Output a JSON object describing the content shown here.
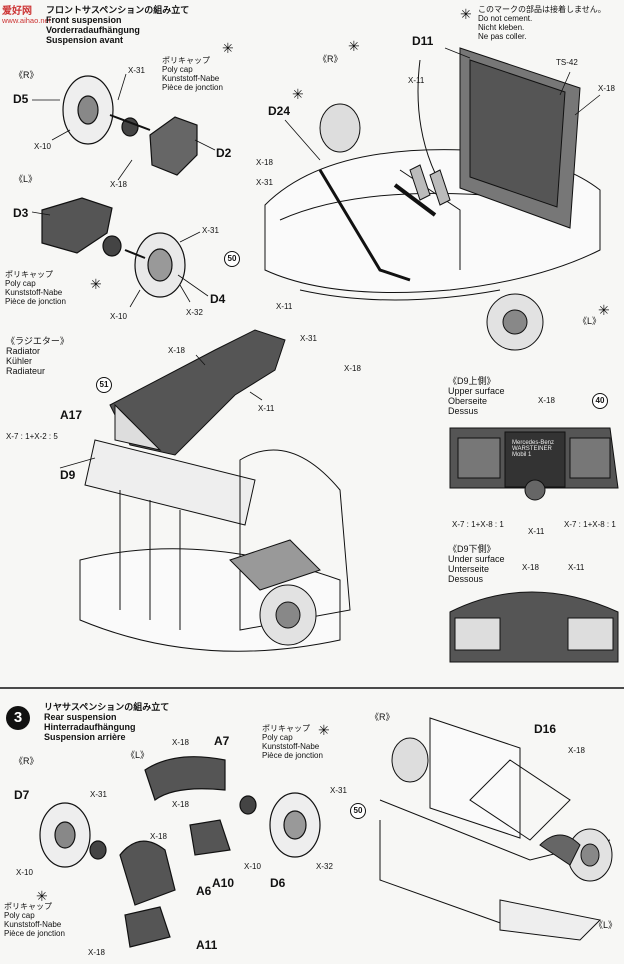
{
  "watermark": {
    "text": "爱好网",
    "sub": "www.aihao.net"
  },
  "step2": {
    "title_jp": "フロントサスペンションの組み立て",
    "title_en": "Front suspension",
    "title_de": "Vorderradaufhängung",
    "title_fr": "Suspension avant",
    "cement_note": [
      "このマークの部品は接着しません。",
      "Do not cement.",
      "Nicht kleben.",
      "Ne pas coller."
    ],
    "right_tag": "《R》",
    "left_tag": "《L》",
    "polycap": [
      "ポリキャップ",
      "Poly cap",
      "Kunststoff-Nabe",
      "Pièce de jonction"
    ],
    "parts": {
      "D5": "D5",
      "D2": "D2",
      "D3": "D3",
      "D4": "D4",
      "D11": "D11",
      "D24": "D24",
      "TS42": "TS-42"
    },
    "screws": {
      "x31": "X-31",
      "x10": "X-10",
      "x18": "X-18",
      "x32": "X-32",
      "x11": "X-11"
    },
    "callout_50": "50"
  },
  "radiator": {
    "title_jp": "《ラジエター》",
    "title_en": "Radiator",
    "title_de": "Kühler",
    "title_fr": "Radiateur",
    "parts": {
      "A17": "A17",
      "D9": "D9"
    },
    "callout_51": "51",
    "screw_combo": "X-7 : 1+X-2 : 5",
    "screws": {
      "x18": "X-18",
      "x11": "X-11"
    }
  },
  "upper": {
    "tag": "《D9上側》",
    "en": "Upper surface",
    "de": "Oberseite",
    "fr": "Dessus",
    "screws": {
      "x18": "X-18",
      "left": "X-7 : 1+X-8 : 1",
      "mid": "X-11",
      "right": "X-7 : 1+X-8 : 1"
    },
    "callout_40": "40",
    "decal": "Mercedes-Benz WARSTEINER Mobil 1"
  },
  "under": {
    "tag": "《D9下側》",
    "en": "Under surface",
    "de": "Unterseite",
    "fr": "Dessous",
    "screws": {
      "x18": "X-18",
      "x11": "X-11"
    }
  },
  "step3": {
    "num": "3",
    "title_jp": "リヤサスペンションの組み立て",
    "title_en": "Rear suspension",
    "title_de": "Hinterradaufhängung",
    "title_fr": "Suspension arrière",
    "right_tag": "《R》",
    "left_tag": "《L》",
    "polycap": [
      "ポリキャップ",
      "Poly cap",
      "Kunststoff-Nabe",
      "Pièce de jonction"
    ],
    "parts": {
      "D7": "D7",
      "A7": "A7",
      "A10": "A10",
      "D6": "D6",
      "A6": "A6",
      "A11": "A11",
      "D16": "D16"
    },
    "screws": {
      "x31": "X-31",
      "x10": "X-10",
      "x18": "X-18",
      "x32": "X-32"
    },
    "callout_50": "50"
  },
  "colors": {
    "ink": "#111111",
    "paper": "#f7f7f5",
    "gray": "#8a8a8a",
    "dark": "#3a3a3a"
  }
}
